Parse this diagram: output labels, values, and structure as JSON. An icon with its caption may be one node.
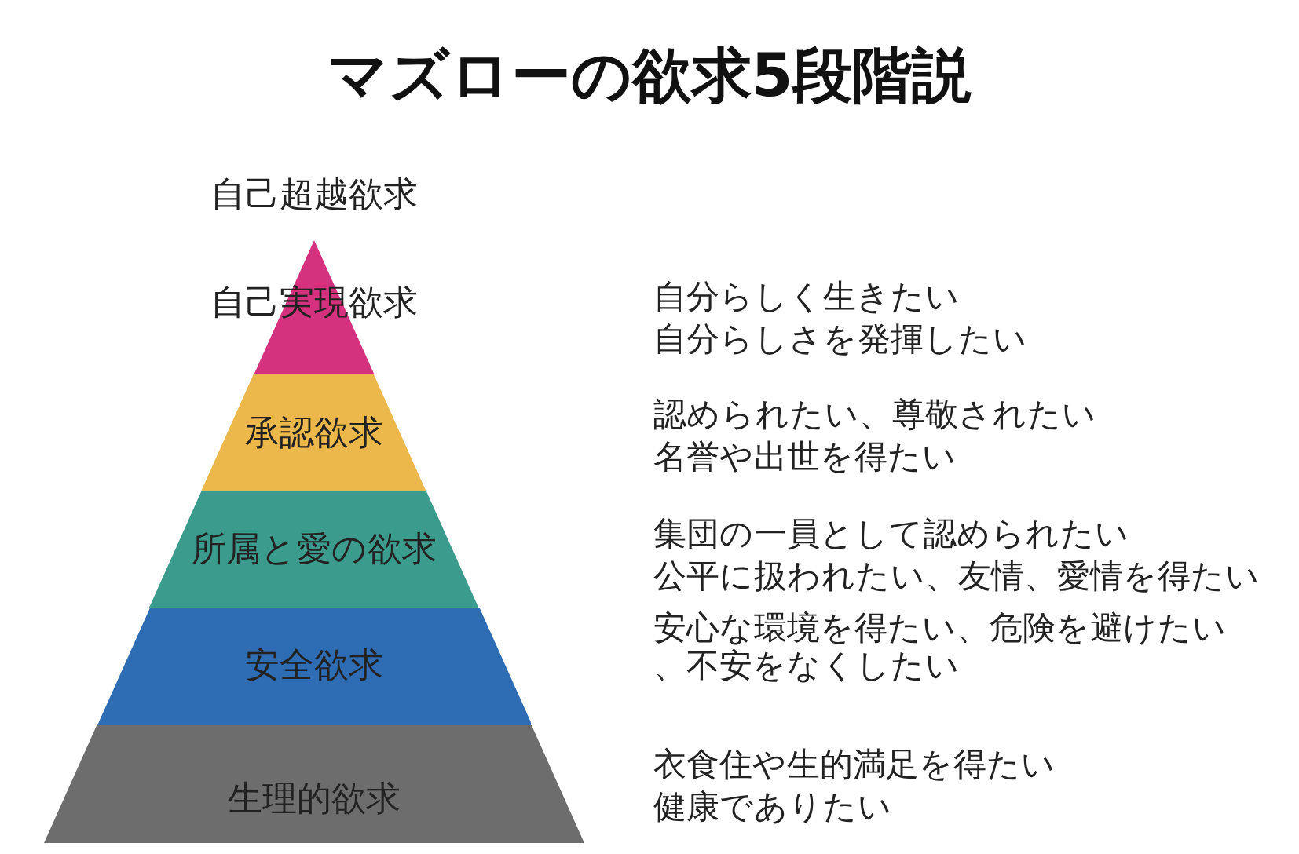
{
  "diagram": {
    "title": "マズローの欲求5段階説",
    "nodes": [
      {
        "text": [
          "自己実現欲求"
        ],
        "beside": [
          "自分らしく生きたい",
          "自分らしさを発揮したい"
        ]
      },
      {
        "text": [
          "承認欲求"
        ],
        "beside": [
          "認められたい、尊敬されたい",
          "名誉や出世を得たい"
        ]
      },
      {
        "text": [
          "所属と愛の欲求"
        ],
        "beside": [
          "集団の一員として認められたい",
          "公平に扱われたい、友情、愛情を得たい"
        ]
      },
      {
        "text": [
          "安全欲求"
        ],
        "beside": [
          "安心な環境を得たい、危険を避けたい、不安をなくしたい"
        ]
      },
      {
        "text": [
          "生理的欲求"
        ],
        "beside": [
          "衣食住や生的満足を得たい",
          "健康でありたい"
        ]
      }
    ],
    "labels": [
      "自己超越欲求"
    ]
  }
}
